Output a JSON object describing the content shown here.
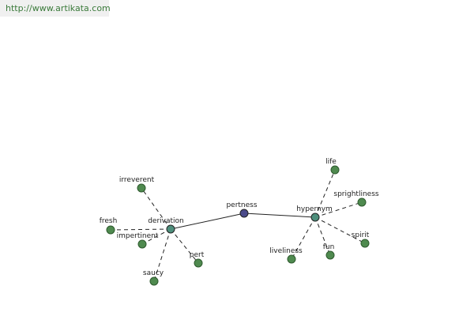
{
  "header": {
    "url": "http://www.artikata.com"
  },
  "graph": {
    "center": {
      "label": "pertness",
      "color": "#4a4a8a"
    },
    "hubs": [
      {
        "id": "derivation",
        "label": "derivation",
        "color": "#4e8f7c",
        "leaves": [
          "irreverent",
          "fresh",
          "impertinent",
          "saucy",
          "pert"
        ]
      },
      {
        "id": "hypernym",
        "label": "hypernym",
        "color": "#4e8f7c",
        "leaves": [
          "life",
          "sprightliness",
          "spirit",
          "fun",
          "liveliness"
        ]
      }
    ],
    "leaf_color": "#4f8a4f",
    "leaf_stroke": "#2e5a2e"
  }
}
